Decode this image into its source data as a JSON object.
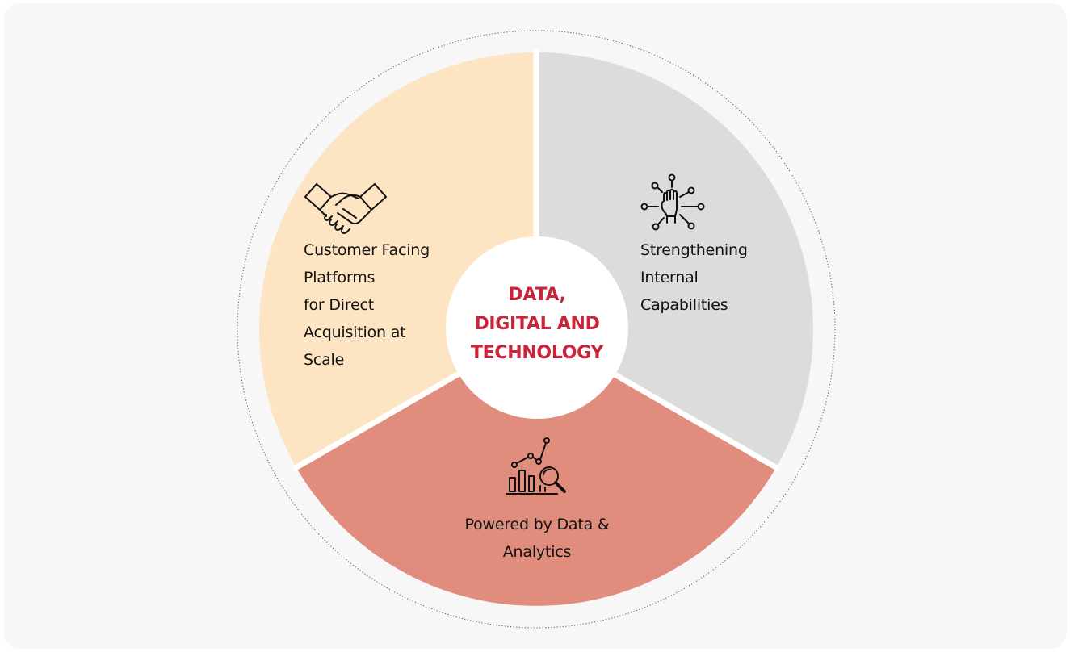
{
  "diagram": {
    "center": {
      "title": "DATA,\nDIGITAL AND\nTECHNOLOGY",
      "color": "#c9253a"
    },
    "segments": [
      {
        "id": "left",
        "label": "Customer Facing\nPlatforms\nfor Direct\nAcquisition at\nScale",
        "color": "#fde4c3",
        "icon": "handshake-icon"
      },
      {
        "id": "right",
        "label": "Strengthening\nInternal\nCapabilities",
        "color": "#dcdcdd",
        "icon": "network-fist-icon"
      },
      {
        "id": "bottom",
        "label": "Powered by Data &\nAnalytics",
        "color": "#e08d7d",
        "icon": "analytics-chart-icon"
      }
    ]
  }
}
